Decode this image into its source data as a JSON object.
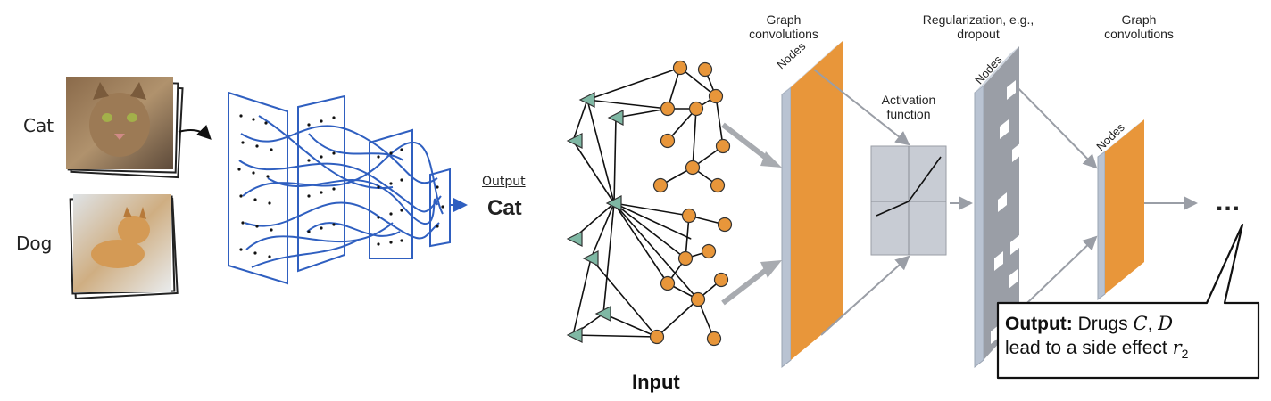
{
  "left_panel": {
    "class_label_1": "Cat",
    "class_label_2": "Dog",
    "output_caption": "Output",
    "output_value": "Cat"
  },
  "right_panel": {
    "input_label": "Input",
    "layer1_title": "Graph convolutions",
    "layer1_nodes": "Nodes",
    "activation_title": "Activation function",
    "dropout_title": "Regularization, e.g., dropout",
    "dropout_nodes": "Nodes",
    "layer2_title": "Graph convolutions",
    "layer2_nodes": "Nodes",
    "ellipsis": "...",
    "output_bold": "Output:",
    "output_text_1": "Drugs",
    "output_var_c": "C",
    "output_comma": ",",
    "output_var_d": "D",
    "output_text_2": "lead to a side effect",
    "output_var_r": "r",
    "output_sub": "2"
  },
  "colors": {
    "node_orange": "#e8963a",
    "node_teal": "#7fb8a4",
    "layer_orange": "#e8963a",
    "layer_gray": "#9a9ea6",
    "panel_blue": "#2f5fc0",
    "activation_box": "#c8ccd4"
  }
}
